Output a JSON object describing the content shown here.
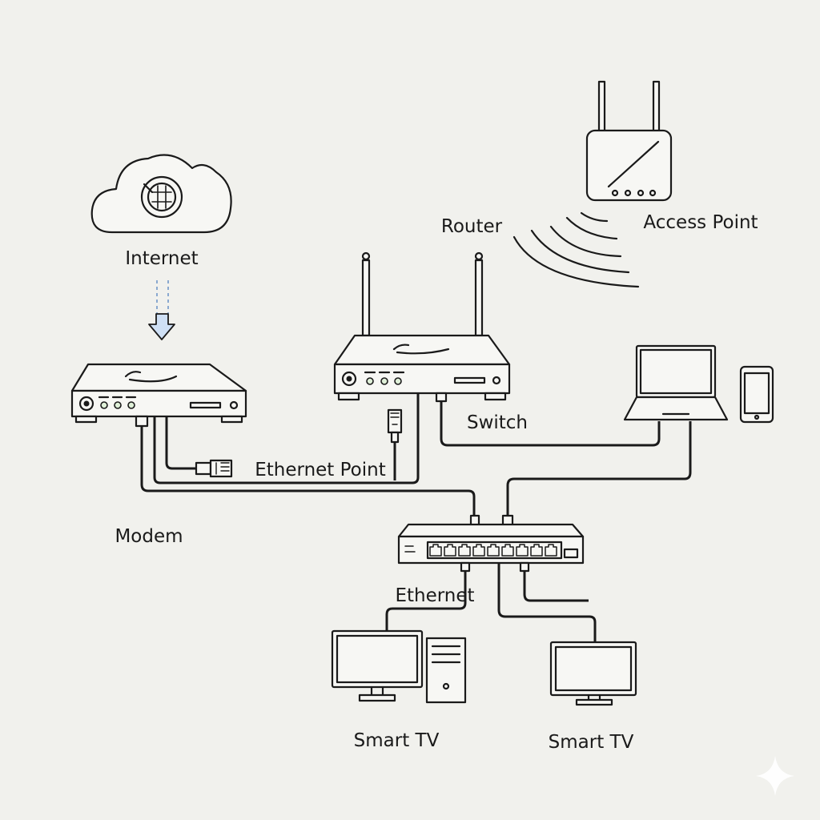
{
  "labels": {
    "internet": "Internet",
    "router": "Router",
    "access_point": "Access Point",
    "switch": "Switch",
    "ethernet_point": "Ethernet Point",
    "modem": "Modem",
    "ethernet": "Ethernet",
    "smart_tv_1": "Smart TV",
    "smart_tv_2": "Smart TV"
  },
  "colors": {
    "background": "#f1f1ed",
    "line": "#1a1a1a",
    "arrow_fill": "#cfe0f5",
    "led": "#dff0d8"
  },
  "icons": [
    "cloud-icon",
    "globe-icon",
    "down-arrow-icon",
    "modem-icon",
    "router-icon",
    "access-point-icon",
    "wifi-waves-icon",
    "laptop-icon",
    "phone-icon",
    "switch-icon",
    "desktop-monitor-icon",
    "pc-tower-icon",
    "tv-icon",
    "ethernet-plug-icon",
    "sparkle-icon"
  ]
}
